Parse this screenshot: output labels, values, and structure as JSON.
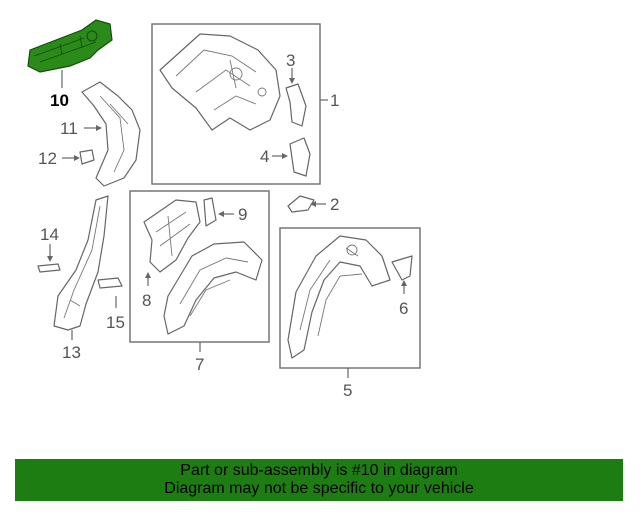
{
  "diagram": {
    "callouts": {
      "c1": "1",
      "c2": "2",
      "c3": "3",
      "c4": "4",
      "c5": "5",
      "c6": "6",
      "c7": "7",
      "c8": "8",
      "c9": "9",
      "c10": "10",
      "c11": "11",
      "c12": "12",
      "c13": "13",
      "c14": "14",
      "c15": "15"
    },
    "highlight_part": "10",
    "colors": {
      "highlight": "#2a8a1a",
      "banner": "#1e7d12",
      "line": "#666666"
    }
  },
  "banner": {
    "line1": "Part or sub-assembly is #10 in diagram",
    "line2": "Diagram may not be specific to your vehicle"
  }
}
